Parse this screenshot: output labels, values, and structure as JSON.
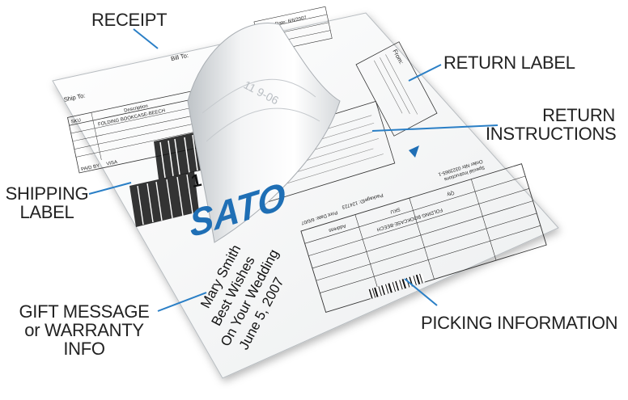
{
  "labels": {
    "receipt": "RECEIPT",
    "return_label": "RETURN LABEL",
    "return_instructions_1": "RETURN",
    "return_instructions_2": "INSTRUCTIONS",
    "shipping_label_1": "SHIPPING",
    "shipping_label_2": "LABEL",
    "gift_message_1": "GIFT MESSAGE",
    "gift_message_2": "or WARRANTY INFO",
    "picking_information": "PICKING INFORMATION"
  },
  "document": {
    "brand": "SATO",
    "gift_lines": [
      "Mary Smith",
      "Best Wishes",
      "On Your Wedding",
      "June 5, 2007"
    ],
    "ship_to": "Ship To:",
    "bill_to": "Bill To:",
    "package_date": "Package Date: 6/6/2007",
    "from": "From:",
    "paid_by": "PAID BY",
    "visa": "VISA",
    "package_id": "PackageID: 124723",
    "print_date": "Print Date: 6/6/07",
    "order_nbr": "Order Nbr 0323965-1",
    "special_instructions": "Special Instructions",
    "item_desc": "FOLDING BOOKCASE-BEECH",
    "address_word": "Address",
    "sku_word": "SKU",
    "qty_word": "Qty",
    "description_word": "Description",
    "flap_number": "11 9-06"
  },
  "colors": {
    "accent": "#2a7fc6",
    "brand_blue": "#1f6fb5"
  }
}
